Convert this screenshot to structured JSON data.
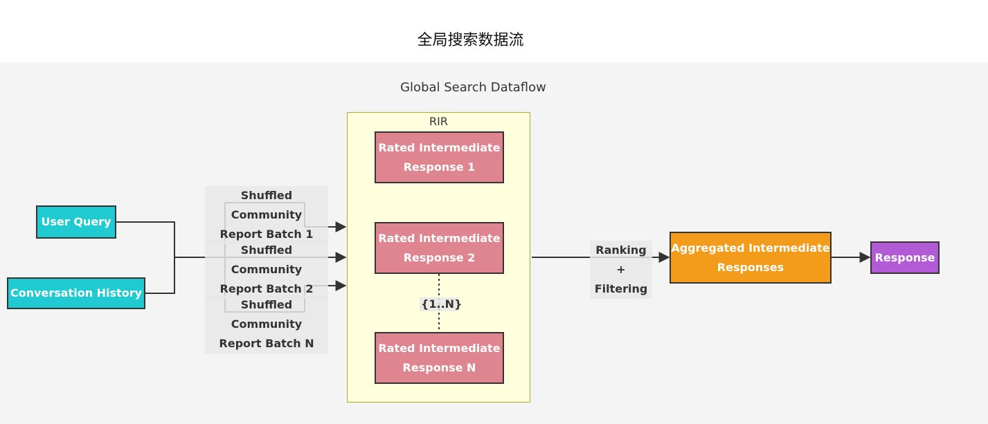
{
  "page_heading": "全局搜索数据流",
  "diagram": {
    "title": "Global Search Dataflow",
    "subgraph_label": "RIR",
    "nodes": {
      "user_query": "User Query",
      "conversation_history": "Conversation History",
      "rir1": "Rated Intermediate\nResponse 1",
      "rir2": "Rated Intermediate\nResponse 2",
      "rirn": "Rated Intermediate\nResponse N",
      "aggregated": "Aggregated Intermediate\nResponses",
      "response": "Response"
    },
    "edge_labels": {
      "batch1": "Shuffled Community\nReport Batch 1",
      "batch2": "Shuffled Community\nReport Batch 2",
      "batchn": "Shuffled Community\nReport Batch N",
      "range": "{1..N}",
      "ranking": "Ranking +\nFiltering"
    },
    "colors": {
      "input_nodes": "#1fcbd1",
      "rir_nodes": "#de8590",
      "aggregated_node": "#f39c1b",
      "response_node": "#b35bd6",
      "subgraph_fill": "#ffffde",
      "subgraph_border": "#aaaa33",
      "canvas": "#f4f4f4"
    }
  }
}
